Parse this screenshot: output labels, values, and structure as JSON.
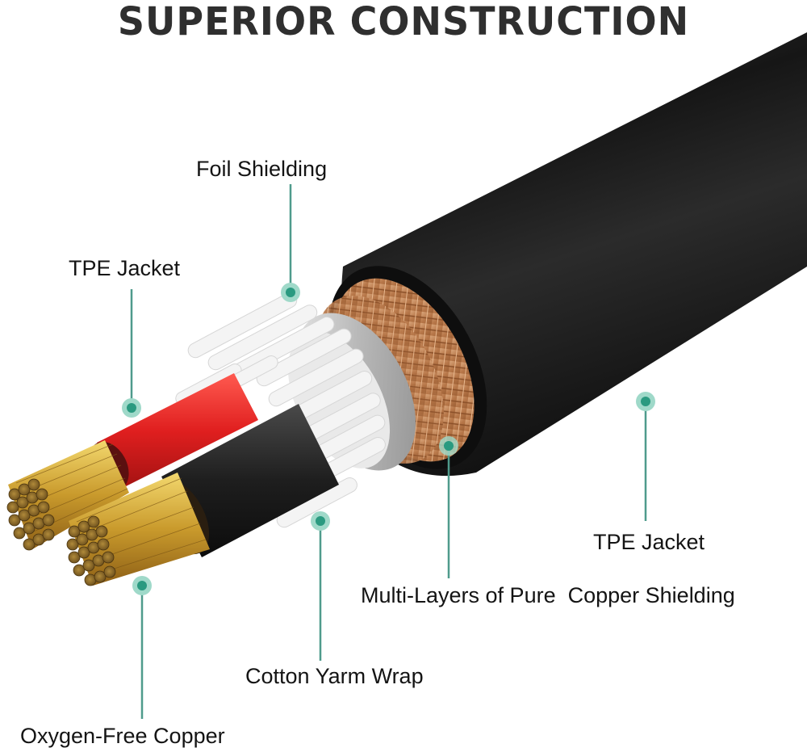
{
  "title": "SUPERIOR CONSTRUCTION",
  "colors": {
    "accent_teal": "#2a9a80",
    "marker_halo": "#9fd9c9",
    "leader_line": "#4f9b8c",
    "jacket_black": "#1c1c1c",
    "copper_braid": "#c58a5c",
    "foil_silver": "#c8c8c8",
    "insulation_red": "#e02a2a",
    "conductor_gold": "#c9a033"
  },
  "callouts": [
    {
      "id": "foil-shielding",
      "label": "Foil Shielding"
    },
    {
      "id": "tpe-jacket-inner",
      "label": "TPE Jacket"
    },
    {
      "id": "tpe-jacket-outer",
      "label": "TPE Jacket"
    },
    {
      "id": "copper-shielding",
      "label": "Multi-Layers of Pure  Copper Shielding"
    },
    {
      "id": "cotton-wrap",
      "label": "Cotton Yarm Wrap"
    },
    {
      "id": "oxygen-free-copper",
      "label": "Oxygen-Free Copper"
    }
  ]
}
